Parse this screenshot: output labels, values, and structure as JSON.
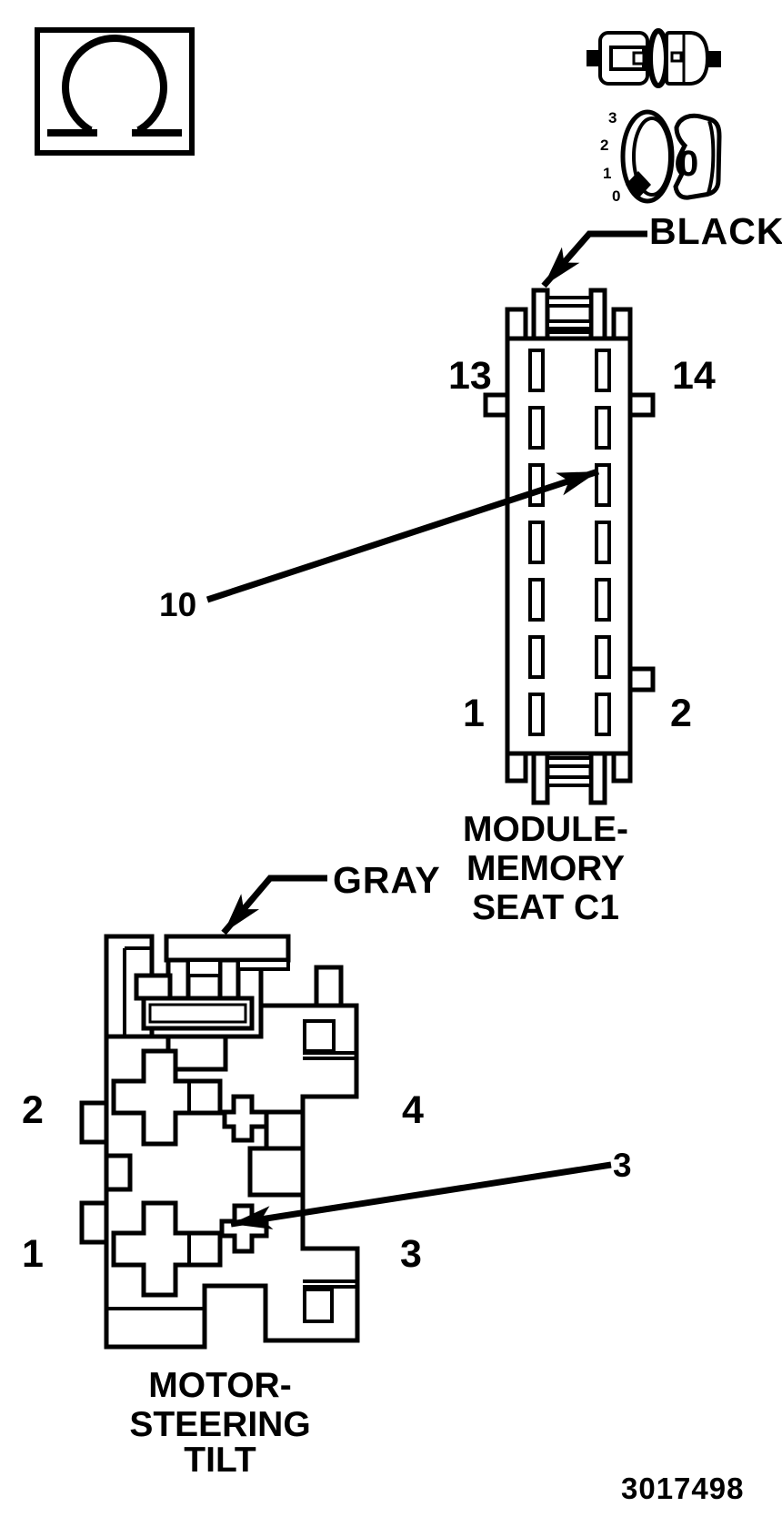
{
  "figure_number": "3017498",
  "colors": {
    "ink": "#000000",
    "background": "#ffffff"
  },
  "symbols": {
    "resistance_box": {
      "icon": "omega-icon"
    },
    "connector_pair": {
      "icon": "connector-pair-icon"
    },
    "ignition_key": {
      "icon": "key-position-icon",
      "positions": [
        "3",
        "2",
        "1",
        "0"
      ],
      "current_position": "0"
    }
  },
  "module_connector": {
    "color_label": "BLACK",
    "caption": [
      "MODULE-",
      "MEMORY",
      "SEAT C1"
    ],
    "pins": {
      "top_left": "13",
      "top_right": "14",
      "bottom_left": "1",
      "bottom_right": "2"
    },
    "callout": "10"
  },
  "motor_connector": {
    "color_label": "GRAY",
    "caption": [
      "MOTOR-",
      "STEERING",
      "TILT"
    ],
    "pins": {
      "upper_left": "2",
      "upper_right": "4",
      "lower_left": "1",
      "lower_right": "3"
    },
    "callout": "3"
  }
}
